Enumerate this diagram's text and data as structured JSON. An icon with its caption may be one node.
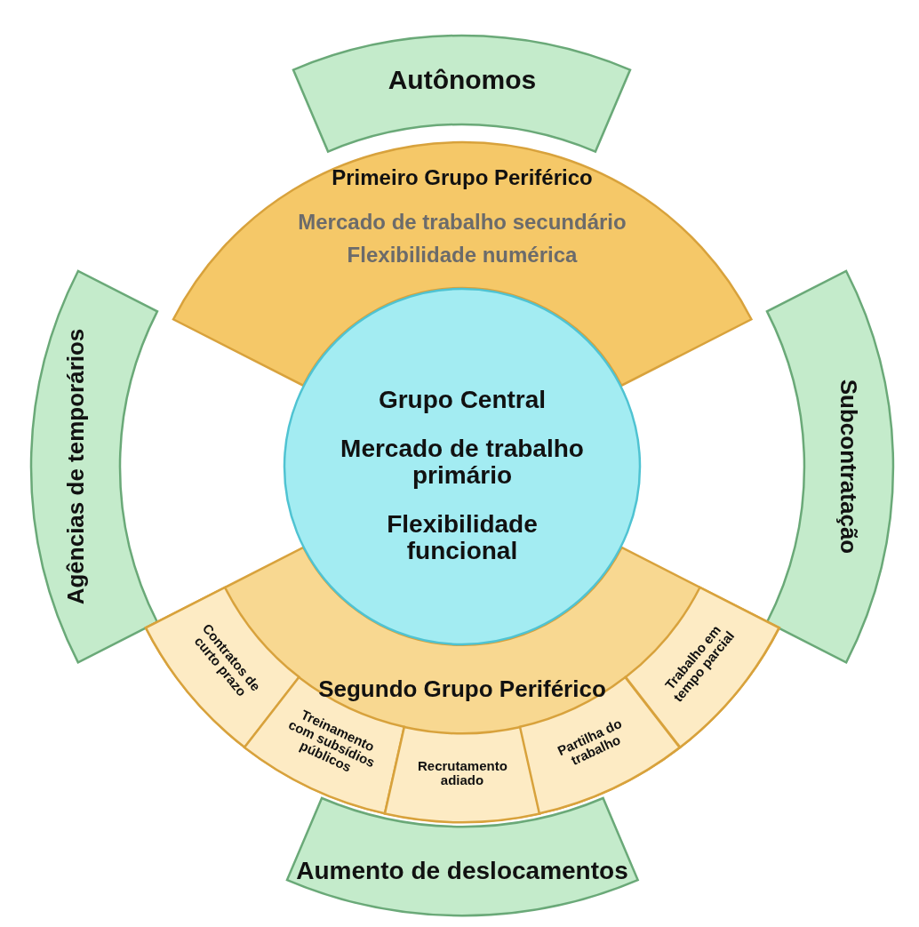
{
  "diagram": {
    "nodes": [
      {
        "text": [
          "Autônomos"
        ]
      },
      {
        "text": [
          "Primeiro Grupo Periférico",
          "Mercado de trabalho secundário",
          "Flexibilidade numérica"
        ]
      },
      {
        "text": [
          "Agências de temporários"
        ]
      },
      {
        "text": [
          "Grupo Central",
          "Mercado de trabalho primário",
          "Flexibilidade funcional"
        ]
      },
      {
        "text": [
          "Subcontratação"
        ]
      },
      {
        "text": [
          "Segundo Grupo Periférico"
        ]
      },
      {
        "text": [
          "Contratos de curto prazo"
        ],
        "in": 5
      },
      {
        "text": [
          "Treinamento com subsídios públicos"
        ],
        "in": 5
      },
      {
        "text": [
          "Recrutamento adiado"
        ],
        "in": 5
      },
      {
        "text": [
          "Partilha do trabalho"
        ],
        "in": 5
      },
      {
        "text": [
          "Trabalho em tempo parcial"
        ],
        "in": 5
      },
      {
        "text": [
          "Aumento de deslocamentos"
        ]
      }
    ]
  }
}
